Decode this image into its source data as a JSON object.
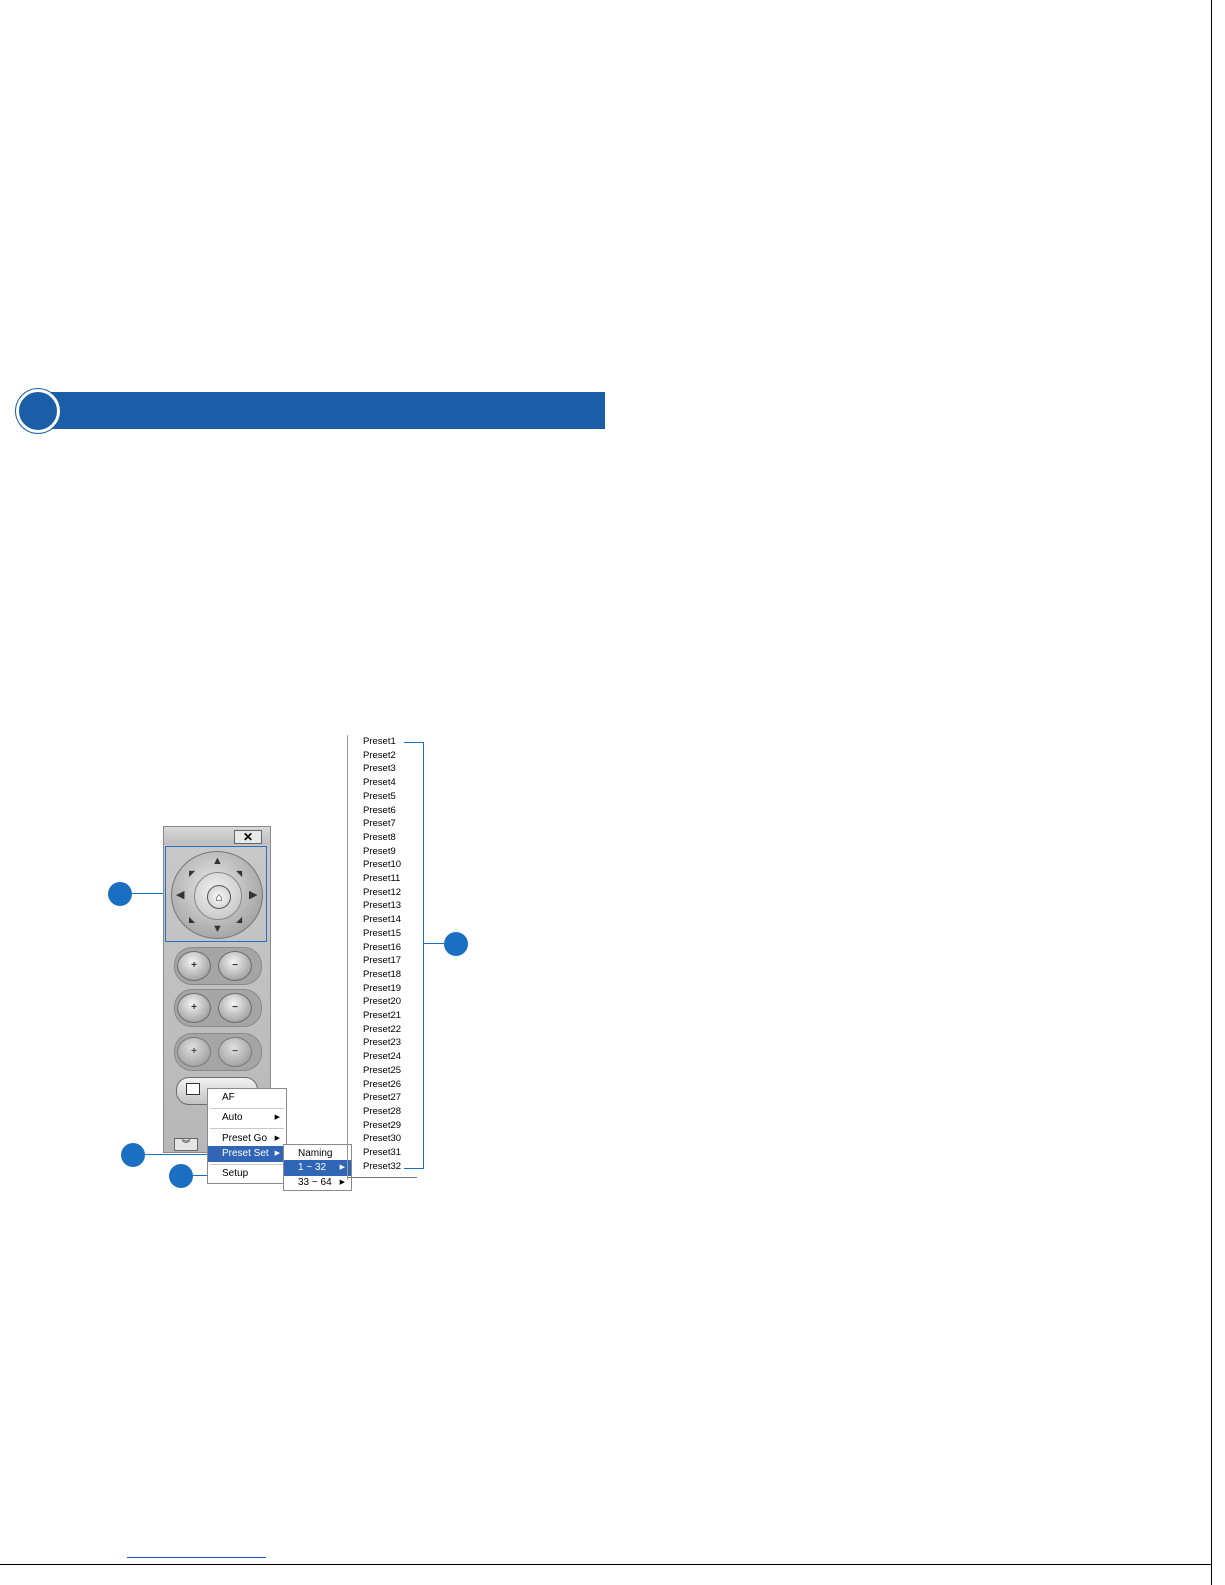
{
  "ptz_panel": {
    "close_label": "✕",
    "home_icon": "home-icon",
    "expand_label": "︾",
    "buttons": [
      {
        "name": "zoom-in-button",
        "icon": "zoom-in-icon",
        "glyph": "+"
      },
      {
        "name": "zoom-out-button",
        "icon": "zoom-out-icon",
        "glyph": "−"
      },
      {
        "name": "focus-near-button",
        "icon": "focus-near-icon",
        "glyph": "+"
      },
      {
        "name": "focus-far-button",
        "icon": "focus-far-icon",
        "glyph": "−"
      },
      {
        "name": "iris-open-button",
        "icon": "iris-open-icon",
        "glyph": "+"
      },
      {
        "name": "iris-close-button",
        "icon": "iris-close-icon",
        "glyph": "−"
      }
    ]
  },
  "context_menu": {
    "items": [
      "AF",
      "Auto",
      "Preset Go",
      "Preset Set",
      "Setup"
    ],
    "selected": "Preset Set"
  },
  "preset_set_submenu": {
    "items": [
      "Naming",
      "1 ~ 32",
      "33 ~ 64"
    ],
    "selected": "1 ~ 32"
  },
  "presets": [
    "Preset1",
    "Preset2",
    "Preset3",
    "Preset4",
    "Preset5",
    "Preset6",
    "Preset7",
    "Preset8",
    "Preset9",
    "Preset10",
    "Preset11",
    "Preset12",
    "Preset13",
    "Preset14",
    "Preset15",
    "Preset16",
    "Preset17",
    "Preset18",
    "Preset19",
    "Preset20",
    "Preset21",
    "Preset22",
    "Preset23",
    "Preset24",
    "Preset25",
    "Preset26",
    "Preset27",
    "Preset28",
    "Preset29",
    "Preset30",
    "Preset31",
    "Preset32"
  ],
  "colors": {
    "accent": "#1a5ea8",
    "callout": "#1a6fc2",
    "menu_selected": "#3165b5"
  }
}
